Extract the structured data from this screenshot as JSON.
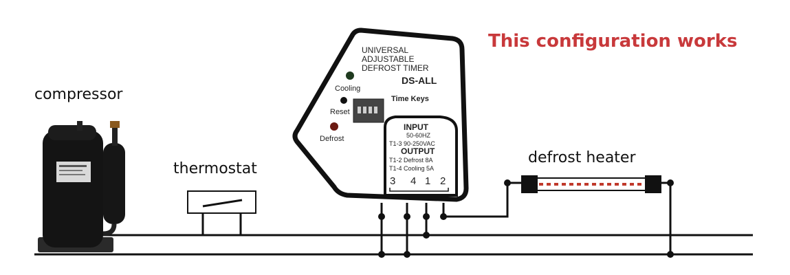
{
  "heading": {
    "text": "This configuration works",
    "color": "#c8393b"
  },
  "labels": {
    "compressor": "compressor",
    "thermostat": "thermostat",
    "defrost_heater": "defrost heater"
  },
  "timer": {
    "title_line1": "UNIVERSAL",
    "title_line2": "ADJUSTABLE",
    "title_line3": "DEFROST TIMER",
    "model": "DS-ALL",
    "cooling_label": "Cooling",
    "reset_label": "Reset",
    "defrost_label": "Defrost",
    "time_keys_label": "Time Keys",
    "input_title": "INPUT",
    "input_freq": "50-60HZ",
    "input_t13": "T1-3   90-250VAC",
    "output_title": "OUTPUT",
    "output_t12": "T1-2   Defrost 8A",
    "output_t14": "T1-4   Cooling 5A",
    "terminal_3": "3",
    "terminal_4": "4",
    "terminal_1": "1",
    "terminal_2": "2",
    "cooling_led_color": "#1f3a1f",
    "reset_button_color": "#111111",
    "defrost_led_color": "#6b1a12"
  },
  "heater": {
    "element_color": "#c0392b"
  }
}
